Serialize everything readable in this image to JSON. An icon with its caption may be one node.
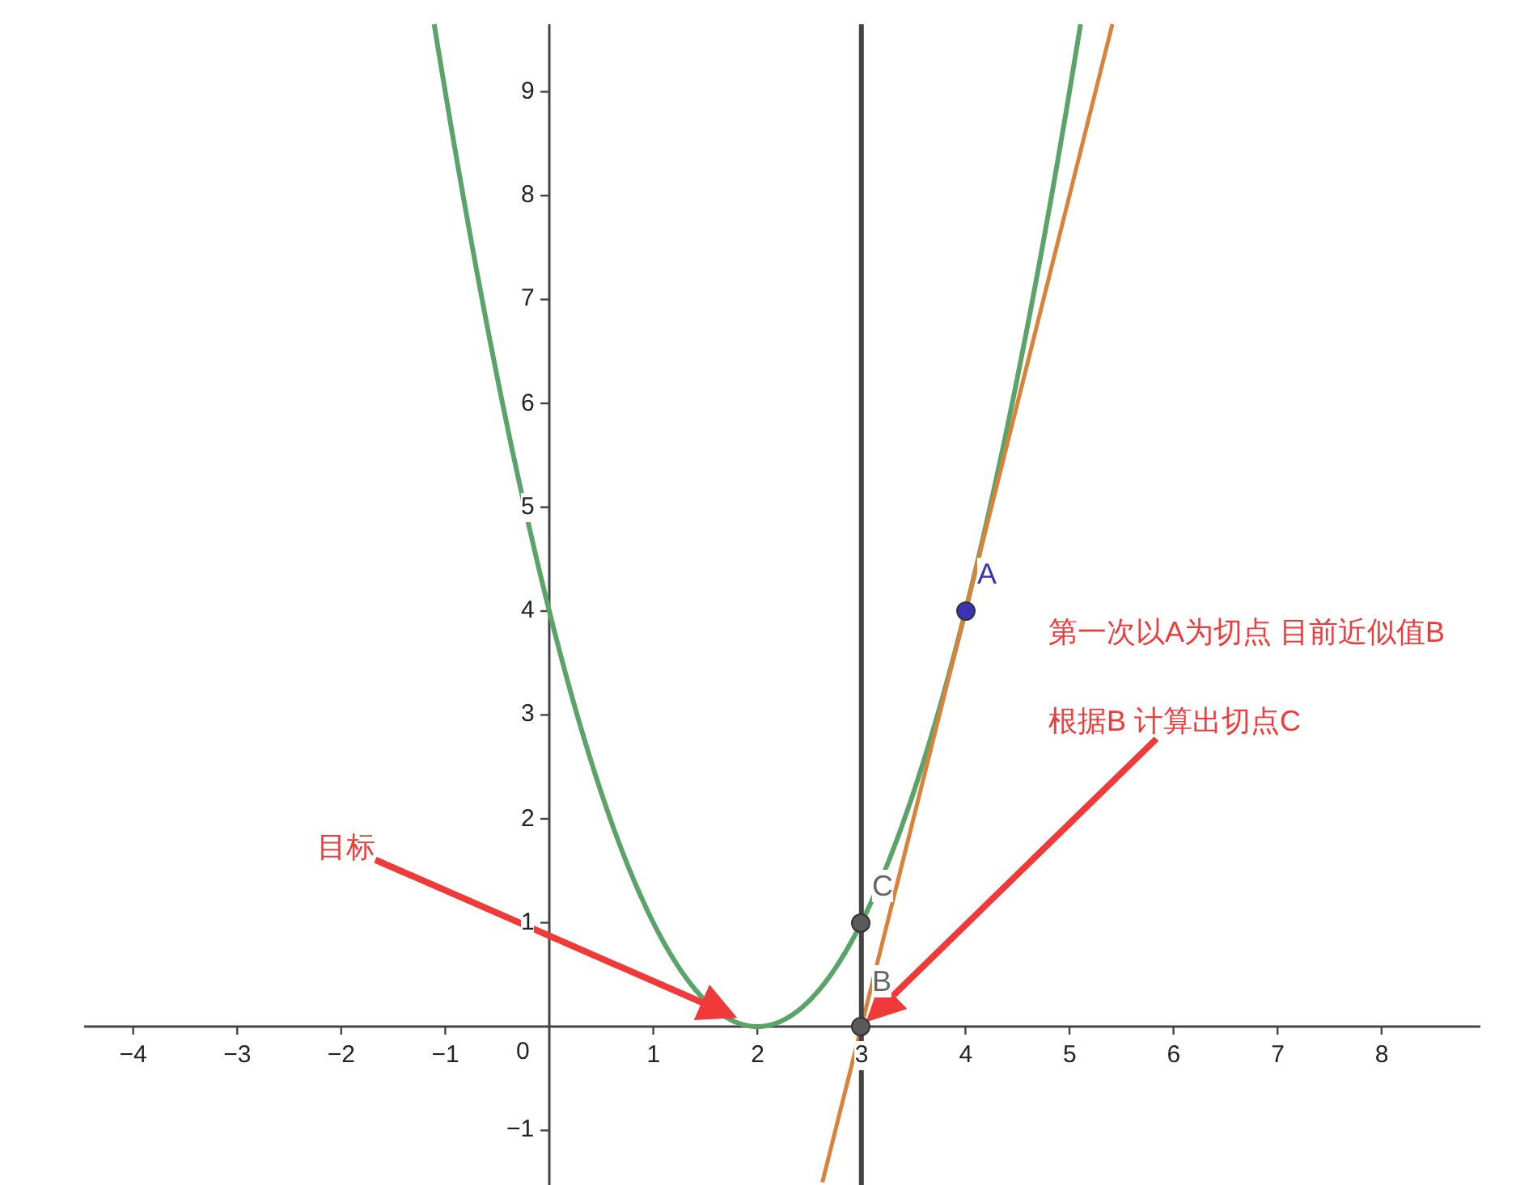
{
  "diagram": {
    "nodes": [
      {
        "text": [],
        "shape": "circle",
        "beside": [
          "A"
        ]
      },
      {
        "text": [
          "第一次以A为切点 目前近似值B"
        ]
      },
      {
        "text": [
          "根据B 计算出切点C"
        ]
      },
      {
        "text": [
          "目标"
        ]
      },
      {
        "text": [],
        "shape": "circle",
        "beside": [
          "C"
        ]
      },
      {
        "text": [],
        "shape": "circle",
        "beside": [
          "B"
        ]
      }
    ],
    "edges": [
      {
        "from": 2,
        "to": 5,
        "arrow": "to"
      },
      {
        "from": 3,
        "to": null,
        "arrow": "to"
      }
    ],
    "labels": [
      "9",
      "8",
      "7",
      "6",
      "5",
      "4",
      "3",
      "2",
      "1",
      "−4",
      "−3",
      "−2",
      "−1",
      "0",
      "1",
      "2",
      "3",
      "4",
      "5",
      "6",
      "7",
      "8",
      "−1"
    ]
  }
}
